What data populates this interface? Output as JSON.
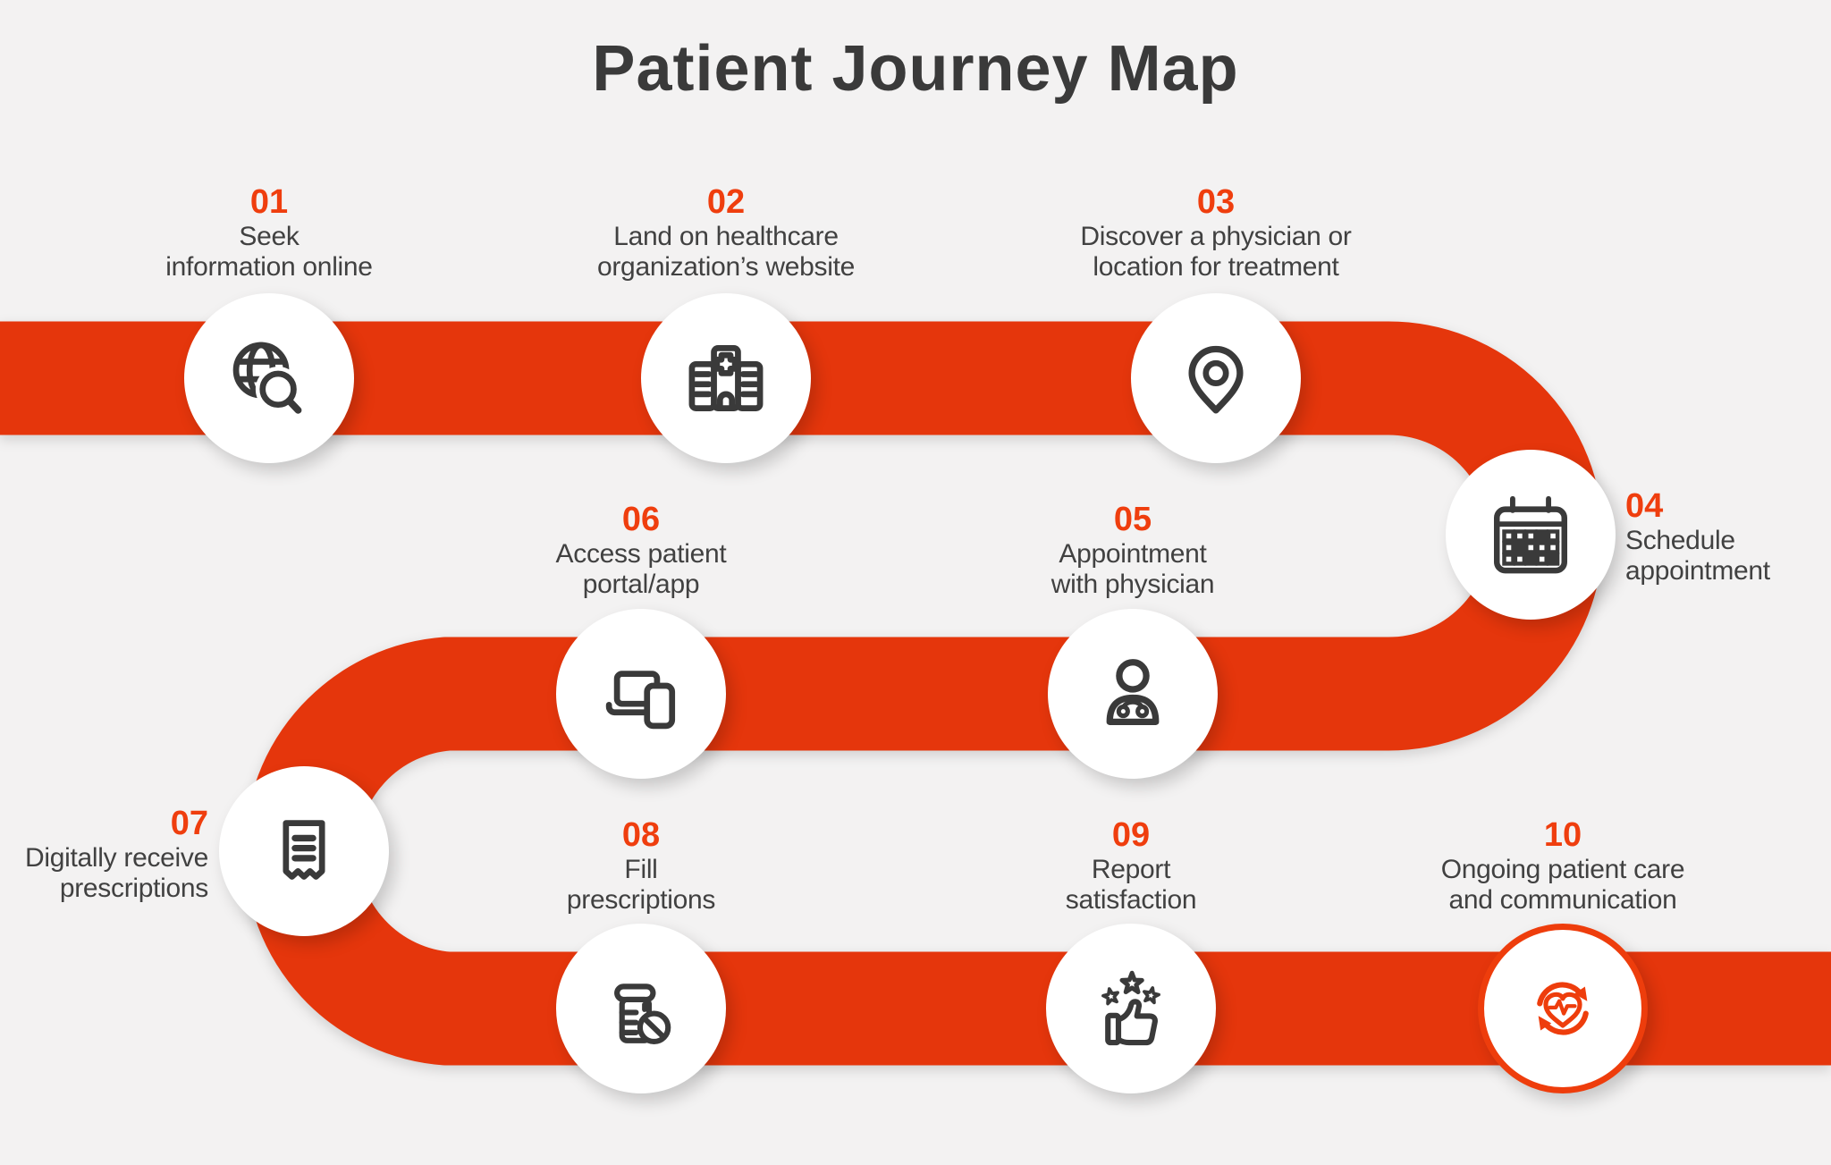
{
  "title": "Patient Journey Map",
  "colors": {
    "background": "#F3F2F2",
    "path": "#E5360C",
    "step_number": "#EF3E0E",
    "label_text": "#414141",
    "title_text": "#3A3A3A",
    "icon_stroke": "#3A3A3A",
    "accent_icon": "#EE3D0C",
    "circle_fill": "#FFFFFF"
  },
  "steps": [
    {
      "number": "01",
      "lines": [
        "Seek",
        "information online"
      ],
      "icon": "globe-search"
    },
    {
      "number": "02",
      "lines": [
        "Land on healthcare",
        "organization’s website"
      ],
      "icon": "hospital-building"
    },
    {
      "number": "03",
      "lines": [
        "Discover a physician or",
        "location for treatment"
      ],
      "icon": "location-pin"
    },
    {
      "number": "04",
      "lines": [
        "Schedule",
        "appointment"
      ],
      "icon": "calendar"
    },
    {
      "number": "05",
      "lines": [
        "Appointment",
        "with physician"
      ],
      "icon": "physician"
    },
    {
      "number": "06",
      "lines": [
        "Access patient",
        "portal/app"
      ],
      "icon": "laptop-phone"
    },
    {
      "number": "07",
      "lines": [
        "Digitally receive",
        "prescriptions"
      ],
      "icon": "prescription-receipt"
    },
    {
      "number": "08",
      "lines": [
        "Fill",
        "prescriptions"
      ],
      "icon": "pill-bottle"
    },
    {
      "number": "09",
      "lines": [
        "Report",
        "satisfaction"
      ],
      "icon": "thumbs-up-stars"
    },
    {
      "number": "10",
      "lines": [
        "Ongoing patient care",
        "and communication"
      ],
      "icon": "care-cycle"
    }
  ]
}
